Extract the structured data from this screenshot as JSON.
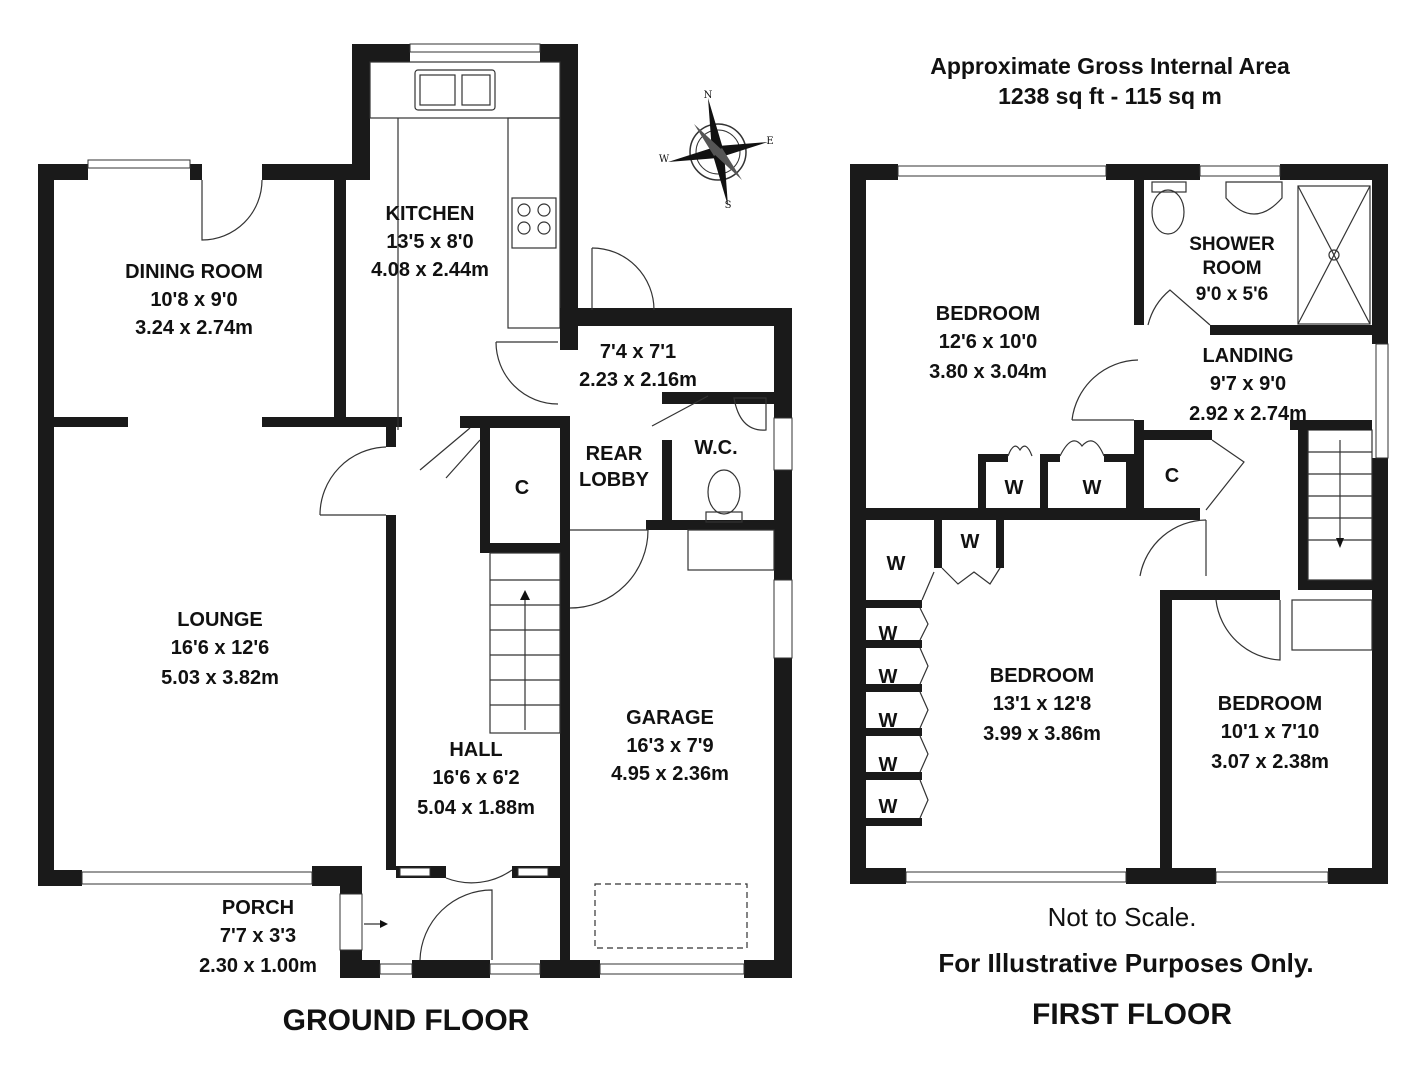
{
  "area": {
    "line1": "Approximate Gross Internal Area",
    "line2": "1238 sq ft - 115 sq m"
  },
  "compass": {
    "n": "N",
    "e": "E",
    "s": "S",
    "w": "W"
  },
  "ground_floor": {
    "title": "GROUND FLOOR",
    "kitchen": {
      "name": "KITCHEN",
      "imp": "13'5 x 8'0",
      "met": "4.08 x 2.44m"
    },
    "dining": {
      "name": "DINING ROOM",
      "imp": "10'8 x 9'0",
      "met": "3.24 x 2.74m"
    },
    "lounge": {
      "name": "LOUNGE",
      "imp": "16'6 x 12'6",
      "met": "5.03 x 3.82m"
    },
    "rear_lobby": {
      "name1": "REAR",
      "name2": "LOBBY",
      "imp": "7'4 x 7'1",
      "met": "2.23 x 2.16m"
    },
    "wc": {
      "name": "W.C."
    },
    "cupboard": {
      "name": "C"
    },
    "garage": {
      "name": "GARAGE",
      "imp": "16'3 x 7'9",
      "met": "4.95 x 2.36m"
    },
    "hall": {
      "name": "HALL",
      "imp": "16'6 x 6'2",
      "met": "5.04 x 1.88m"
    },
    "porch": {
      "name": "PORCH",
      "imp": "7'7 x 3'3",
      "met": "2.30 x 1.00m"
    }
  },
  "first_floor": {
    "title": "FIRST FLOOR",
    "bedroom1": {
      "name": "BEDROOM",
      "imp": "12'6 x 10'0",
      "met": "3.80 x 3.04m"
    },
    "shower": {
      "name1": "SHOWER",
      "name2": "ROOM",
      "imp": "9'0 x 5'6"
    },
    "landing": {
      "name": "LANDING",
      "imp": "9'7 x 9'0",
      "met": "2.92 x 2.74m"
    },
    "bedroom2": {
      "name": "BEDROOM",
      "imp": "13'1 x 12'8",
      "met": "3.99 x 3.86m"
    },
    "bedroom3": {
      "name": "BEDROOM",
      "imp": "10'1 x 7'10",
      "met": "3.07 x 2.38m"
    },
    "wardrobe": "W",
    "cupboard": "C"
  },
  "footer": {
    "not_to_scale": "Not to Scale.",
    "illustrative": "For Illustrative Purposes Only."
  }
}
